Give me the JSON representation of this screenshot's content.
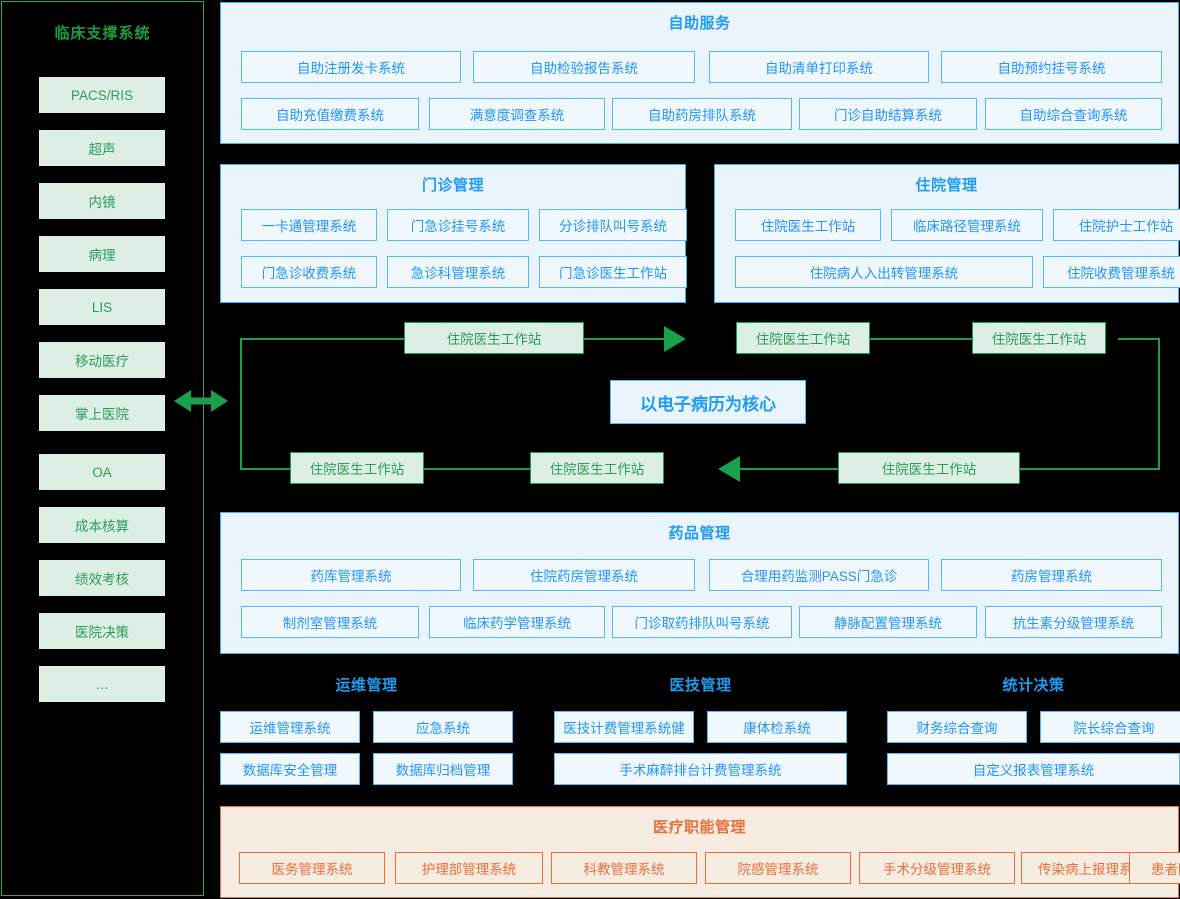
{
  "sidebar": {
    "title": "临床支撑系统",
    "items": [
      {
        "label": "PACS/RIS"
      },
      {
        "label": "超声"
      },
      {
        "label": "内镜"
      },
      {
        "label": "病理"
      },
      {
        "label": "LIS"
      },
      {
        "label": "移动医疗"
      },
      {
        "label": "掌上医院"
      },
      {
        "label": "OA"
      },
      {
        "label": "成本核算"
      },
      {
        "label": "绩效考核"
      },
      {
        "label": "医院决策"
      },
      {
        "label": "…"
      }
    ]
  },
  "connector": {
    "icon": "double-arrow-icon"
  },
  "self_service": {
    "title": "自助服务",
    "row1": [
      {
        "label": "自助注册发卡系统"
      },
      {
        "label": "自助检验报告系统"
      },
      {
        "label": "自助清单打印系统"
      },
      {
        "label": "自助预约挂号系统"
      }
    ],
    "row2": [
      {
        "label": "自助充值缴费系统"
      },
      {
        "label": "满意度调查系统"
      },
      {
        "label": "自助药房排队系统"
      },
      {
        "label": "门诊自助结算系统"
      },
      {
        "label": "自助综合查询系统"
      }
    ]
  },
  "outpatient": {
    "title": "门诊管理",
    "row1": [
      {
        "label": "一卡通管理系统"
      },
      {
        "label": "门急诊挂号系统"
      },
      {
        "label": "分诊排队叫号系统"
      }
    ],
    "row2": [
      {
        "label": "门急诊收费系统"
      },
      {
        "label": "急诊科管理系统"
      },
      {
        "label": "门急诊医生工作站"
      }
    ]
  },
  "inpatient": {
    "title": "住院管理",
    "row1": [
      {
        "label": "住院医生工作站"
      },
      {
        "label": "临床路径管理系统"
      },
      {
        "label": "住院护士工作站"
      }
    ],
    "row2": [
      {
        "label": "住院病人入出转管理系统"
      },
      {
        "label": "住院收费管理系统"
      }
    ]
  },
  "core_flow": {
    "center": "以电子病历为核心",
    "nodes": [
      {
        "label": "住院医生工作站"
      },
      {
        "label": "住院医生工作站"
      },
      {
        "label": "住院医生工作站"
      },
      {
        "label": "住院医生工作站"
      },
      {
        "label": "住院医生工作站"
      },
      {
        "label": "住院医生工作站"
      }
    ]
  },
  "pharmacy": {
    "title": "药品管理",
    "row1": [
      {
        "label": "药库管理系统"
      },
      {
        "label": "住院药房管理系统"
      },
      {
        "label": "合理用药监测PASS门急诊"
      },
      {
        "label": "药房管理系统"
      }
    ],
    "row2": [
      {
        "label": "制剂室管理系统"
      },
      {
        "label": "临床药学管理系统"
      },
      {
        "label": "门诊取药排队叫号系统"
      },
      {
        "label": "静脉配置管理系统"
      },
      {
        "label": "抗生素分级管理系统"
      }
    ]
  },
  "ops": {
    "title": "运维管理",
    "row1": [
      {
        "label": "运维管理系统"
      },
      {
        "label": "应急系统"
      }
    ],
    "row2": [
      {
        "label": "数据库安全管理"
      },
      {
        "label": "数据库归档管理"
      }
    ]
  },
  "medtech": {
    "title": "医技管理",
    "row1": [
      {
        "label": "医技计费管理系统健"
      },
      {
        "label": "康体检系统"
      }
    ],
    "row2": [
      {
        "label": "手术麻醉排台计费管理系统"
      }
    ]
  },
  "statistics": {
    "title": "统计决策",
    "row1": [
      {
        "label": "财务综合查询"
      },
      {
        "label": "院长综合查询"
      }
    ],
    "row2": [
      {
        "label": "自定义报表管理系统"
      }
    ]
  },
  "medical_function": {
    "title": "医疗职能管理",
    "items": [
      {
        "label": "医务管理系统"
      },
      {
        "label": "护理部管理系统"
      },
      {
        "label": "科教管理系统"
      },
      {
        "label": "院感管理系统"
      },
      {
        "label": "手术分级管理系统"
      },
      {
        "label": "传染病上报理系统"
      },
      {
        "label": "患者回访管理系统"
      }
    ]
  },
  "colors": {
    "green": "#18a04a",
    "green_fill": "#ddeee4",
    "blue": "#1f9cf0",
    "blue_fill": "#eaf4fd",
    "orange": "#e8703a",
    "orange_fill": "#f7ece2",
    "background": "#000000"
  }
}
